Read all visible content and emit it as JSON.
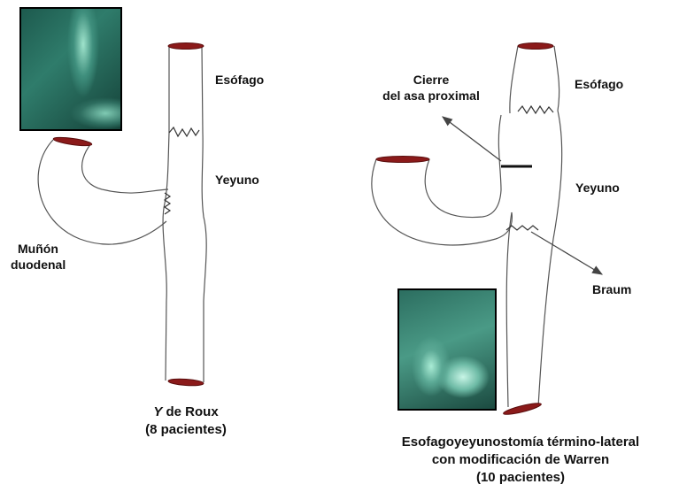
{
  "left": {
    "labels": {
      "esofago": "Esófago",
      "yeyuno": "Yeyuno",
      "munon_line1": "Muñón",
      "munon_line2": "duodenal"
    },
    "caption": {
      "line1_italic": "Y",
      "line1_rest": " de Roux",
      "line2": "(8 pacientes)"
    }
  },
  "right": {
    "labels": {
      "cierre_line1": "Cierre",
      "cierre_line2": "del asa proximal",
      "esofago": "Esófago",
      "yeyuno": "Yeyuno",
      "braum": "Braum"
    },
    "caption": {
      "line1": "Esofagoyeyunostomía término-lateral",
      "line2": "con modificación de Warren",
      "line3": "(10 pacientes)"
    }
  },
  "colors": {
    "staple_red": "#8b1a1a",
    "xray_dark": "#0f3a32",
    "xray_light": "#8fd6bf",
    "line": "#555555"
  }
}
